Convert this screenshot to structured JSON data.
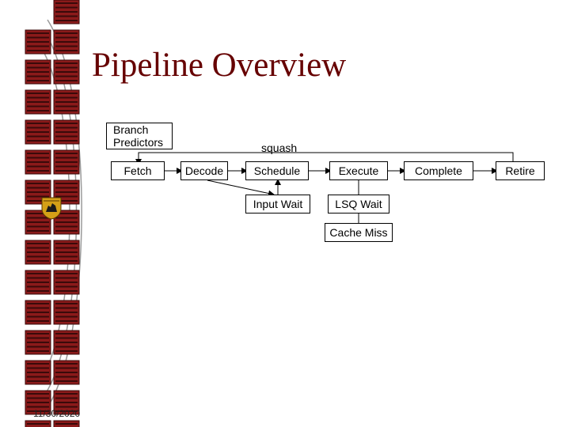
{
  "slide": {
    "title": "Pipeline Overview",
    "date": "11/30/2020"
  },
  "diagram": {
    "nodes": {
      "branch_predictors": "Branch Predictors",
      "fetch": "Fetch",
      "decode": "Decode",
      "schedule": "Schedule",
      "execute": "Execute",
      "complete": "Complete",
      "retire": "Retire",
      "input_wait": "Input Wait",
      "lsq_wait": "LSQ Wait",
      "cache_miss": "Cache Miss"
    },
    "edge_labels": {
      "squash": "squash"
    }
  },
  "colors": {
    "title": "#660000",
    "binding_dark": "#3a0a0a",
    "binding_red": "#8b1a1a",
    "crest_gold": "#d4a017"
  }
}
